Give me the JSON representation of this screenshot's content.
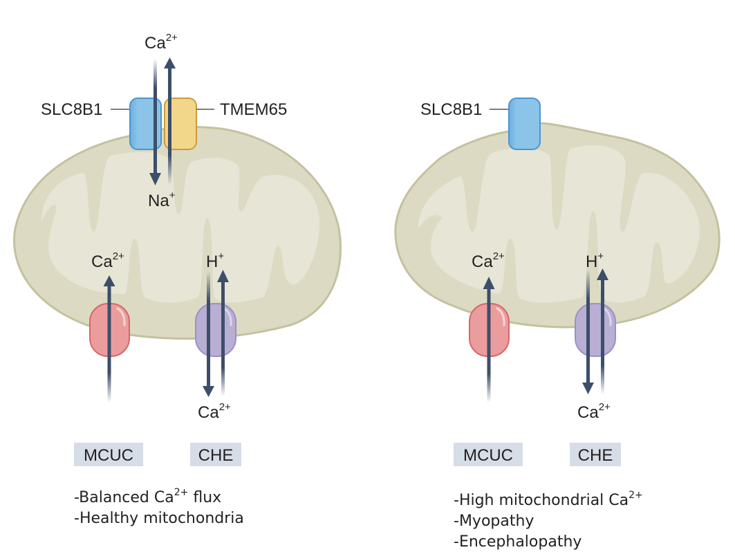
{
  "colors": {
    "matrix_outer": "#dcdac3",
    "matrix_inner": "#e7e5d6",
    "membrane_stroke": "#c4c19f",
    "slc8b1_fill": "#8bc4e8",
    "slc8b1_stroke": "#4a95d0",
    "tmem65_fill": "#f2d68a",
    "tmem65_stroke": "#c99b3a",
    "mcuc_fill": "#eb9d9e",
    "mcuc_stroke": "#d96466",
    "che_fill": "#b9aed4",
    "che_stroke": "#9d8fc6",
    "arrow": "#3d4e6a",
    "label_box": "#d7dde6"
  },
  "panels": [
    {
      "id": "healthy",
      "proteins": {
        "slc8b1": "SLC8B1",
        "tmem65": "TMEM65"
      },
      "ions": {
        "top_ca": {
          "base": "Ca",
          "sup": "2+"
        },
        "na": {
          "base": "Na",
          "sup": "+"
        },
        "mcuc_ca": {
          "base": "Ca",
          "sup": "2+"
        },
        "che_h": {
          "base": "H",
          "sup": "+"
        },
        "che_ca": {
          "base": "Ca",
          "sup": "2+"
        }
      },
      "channel_labels": {
        "mcuc": "MCUC",
        "che": "CHE"
      },
      "notes": [
        {
          "pre": "-Balanced Ca",
          "sup": "2+",
          "post": " flux"
        },
        {
          "pre": "-Healthy mitochondria",
          "sup": "",
          "post": ""
        }
      ]
    },
    {
      "id": "disease",
      "proteins": {
        "slc8b1": "SLC8B1"
      },
      "ions": {
        "mcuc_ca": {
          "base": "Ca",
          "sup": "2+"
        },
        "che_h": {
          "base": "H",
          "sup": "+"
        },
        "che_ca": {
          "base": "Ca",
          "sup": "2+"
        }
      },
      "channel_labels": {
        "mcuc": "MCUC",
        "che": "CHE"
      },
      "notes": [
        {
          "pre": "-High mitochondrial Ca",
          "sup": "2+",
          "post": ""
        },
        {
          "pre": "-Myopathy",
          "sup": "",
          "post": ""
        },
        {
          "pre": "-Encephalopathy",
          "sup": "",
          "post": ""
        }
      ]
    }
  ]
}
